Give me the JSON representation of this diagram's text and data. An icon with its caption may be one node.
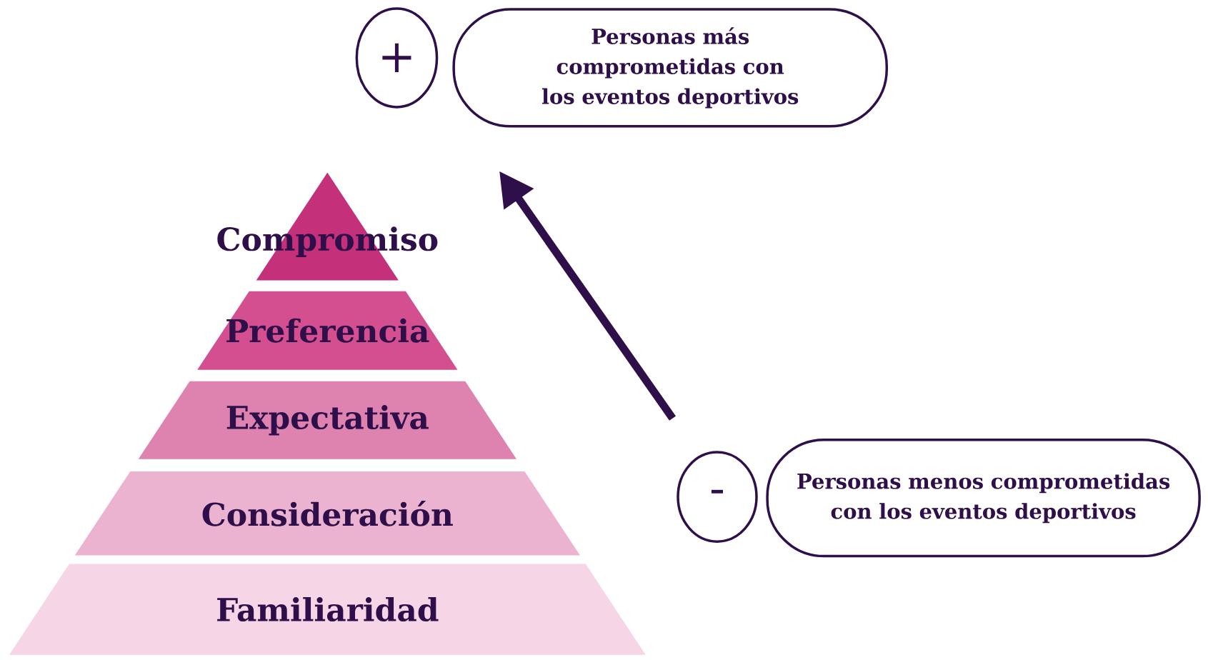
{
  "diagram": {
    "nodes": [
      {
        "text": [
          "+"
        ]
      },
      {
        "text": [
          "Personas más comprometidas con los eventos deportivos"
        ]
      },
      {
        "text": [
          "Compromiso"
        ]
      },
      {
        "text": [
          "Preferencia"
        ]
      },
      {
        "text": [
          "Expectativa"
        ]
      },
      {
        "text": [
          "Consideración"
        ]
      },
      {
        "text": [
          "Familiaridad"
        ]
      },
      {
        "text": [
          "-"
        ]
      },
      {
        "text": [
          "Personas menos comprometidas con los eventos deportivos"
        ]
      }
    ],
    "edges": []
  }
}
